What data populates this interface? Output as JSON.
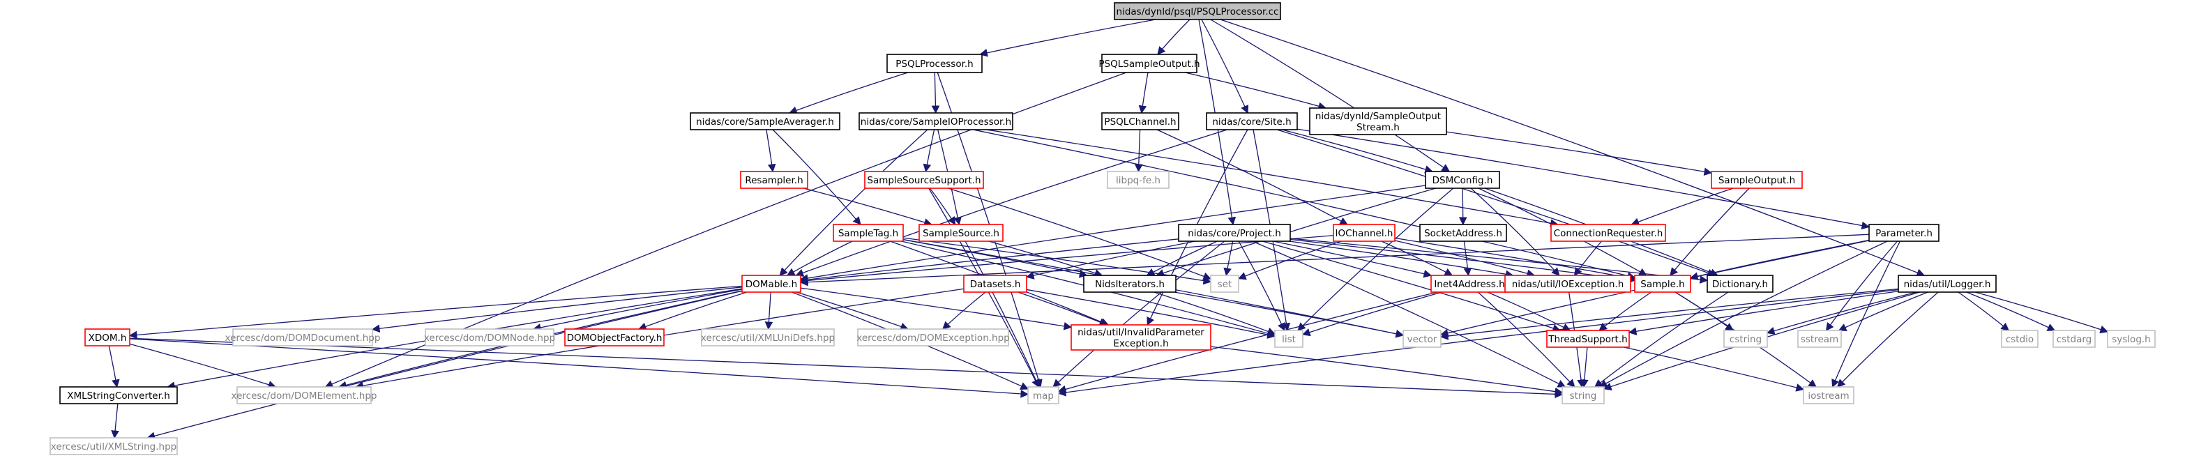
{
  "title": "nidas/dynld/psql/PSQLProcessor.cc",
  "colors": {
    "root_fill": "#bfbfbf",
    "documented_border": "#000000",
    "undocumented_border": "#ff0000",
    "external_border": "#bfbfbf",
    "external_text": "#808080",
    "edge": "#191970",
    "background": "#ffffff"
  },
  "nodes": {
    "root": {
      "lines": [
        "nidas/dynld/psql/PSQLProcessor.cc"
      ],
      "kind": "root"
    },
    "psqlproc": {
      "lines": [
        "PSQLProcessor.h"
      ],
      "kind": "doc"
    },
    "psqlsampout": {
      "lines": [
        "PSQLSampleOutput.h"
      ],
      "kind": "doc"
    },
    "sampavg": {
      "lines": [
        "nidas/core/SampleAverager.h"
      ],
      "kind": "doc"
    },
    "sampio": {
      "lines": [
        "nidas/core/SampleIOProcessor.h"
      ],
      "kind": "doc"
    },
    "psqlchan": {
      "lines": [
        "PSQLChannel.h"
      ],
      "kind": "doc"
    },
    "site": {
      "lines": [
        "nidas/core/Site.h"
      ],
      "kind": "doc"
    },
    "dynsampout": {
      "lines": [
        "nidas/dynld/SampleOutput",
        "Stream.h"
      ],
      "kind": "doc"
    },
    "resampler": {
      "lines": [
        "Resampler.h"
      ],
      "kind": "undoc"
    },
    "sss": {
      "lines": [
        "SampleSourceSupport.h"
      ],
      "kind": "undoc"
    },
    "libpq": {
      "lines": [
        "libpq-fe.h"
      ],
      "kind": "ext"
    },
    "dsmconfig": {
      "lines": [
        "DSMConfig.h"
      ],
      "kind": "doc"
    },
    "sampleoutput": {
      "lines": [
        "SampleOutput.h"
      ],
      "kind": "undoc"
    },
    "sampletag": {
      "lines": [
        "SampleTag.h"
      ],
      "kind": "undoc"
    },
    "samplesource": {
      "lines": [
        "SampleSource.h"
      ],
      "kind": "undoc"
    },
    "project": {
      "lines": [
        "nidas/core/Project.h"
      ],
      "kind": "doc"
    },
    "iochannel": {
      "lines": [
        "IOChannel.h"
      ],
      "kind": "undoc"
    },
    "socketaddr": {
      "lines": [
        "SocketAddress.h"
      ],
      "kind": "doc"
    },
    "connreq": {
      "lines": [
        "ConnectionRequester.h"
      ],
      "kind": "undoc"
    },
    "parameter": {
      "lines": [
        "Parameter.h"
      ],
      "kind": "doc"
    },
    "domable": {
      "lines": [
        "DOMable.h"
      ],
      "kind": "undoc"
    },
    "datasets": {
      "lines": [
        "Datasets.h"
      ],
      "kind": "undoc"
    },
    "niditer": {
      "lines": [
        "NidsIterators.h"
      ],
      "kind": "doc"
    },
    "set": {
      "lines": [
        "set"
      ],
      "kind": "ext"
    },
    "inet4": {
      "lines": [
        "Inet4Address.h"
      ],
      "kind": "undoc"
    },
    "ioexc": {
      "lines": [
        "nidas/util/IOException.h"
      ],
      "kind": "undoc"
    },
    "sample": {
      "lines": [
        "Sample.h"
      ],
      "kind": "undoc"
    },
    "dictionary": {
      "lines": [
        "Dictionary.h"
      ],
      "kind": "doc"
    },
    "logger": {
      "lines": [
        "nidas/util/Logger.h"
      ],
      "kind": "doc"
    },
    "xdom": {
      "lines": [
        "XDOM.h"
      ],
      "kind": "undoc"
    },
    "domdoc": {
      "lines": [
        "xercesc/dom/DOMDocument.hpp"
      ],
      "kind": "ext"
    },
    "domnode": {
      "lines": [
        "xercesc/dom/DOMNode.hpp"
      ],
      "kind": "ext"
    },
    "domobjfact": {
      "lines": [
        "DOMObjectFactory.h"
      ],
      "kind": "undoc"
    },
    "xmlunidefs": {
      "lines": [
        "xercesc/util/XMLUniDefs.hpp"
      ],
      "kind": "ext"
    },
    "domexc": {
      "lines": [
        "xercesc/dom/DOMException.hpp"
      ],
      "kind": "ext"
    },
    "invparam": {
      "lines": [
        "nidas/util/InvalidParameter",
        "Exception.h"
      ],
      "kind": "undoc"
    },
    "list": {
      "lines": [
        "list"
      ],
      "kind": "ext"
    },
    "vector": {
      "lines": [
        "vector"
      ],
      "kind": "ext"
    },
    "threadsupp": {
      "lines": [
        "ThreadSupport.h"
      ],
      "kind": "undoc"
    },
    "cstring": {
      "lines": [
        "cstring"
      ],
      "kind": "ext"
    },
    "sstream": {
      "lines": [
        "sstream"
      ],
      "kind": "ext"
    },
    "cstdio": {
      "lines": [
        "cstdio"
      ],
      "kind": "ext"
    },
    "cstdarg": {
      "lines": [
        "cstdarg"
      ],
      "kind": "ext"
    },
    "syslog": {
      "lines": [
        "syslog.h"
      ],
      "kind": "ext"
    },
    "xmlstrconv": {
      "lines": [
        "XMLStringConverter.h"
      ],
      "kind": "doc"
    },
    "domelem": {
      "lines": [
        "xercesc/dom/DOMElement.hpp"
      ],
      "kind": "ext"
    },
    "map": {
      "lines": [
        "map"
      ],
      "kind": "ext"
    },
    "string": {
      "lines": [
        "string"
      ],
      "kind": "ext"
    },
    "iostream": {
      "lines": [
        "iostream"
      ],
      "kind": "ext"
    },
    "xmlstring": {
      "lines": [
        "xercesc/util/XMLString.hpp"
      ],
      "kind": "ext"
    }
  },
  "edges": [
    [
      "root",
      "psqlproc"
    ],
    [
      "root",
      "psqlsampout"
    ],
    [
      "root",
      "site"
    ],
    [
      "root",
      "project"
    ],
    [
      "root",
      "dsmconfig"
    ],
    [
      "root",
      "logger"
    ],
    [
      "psqlproc",
      "sampavg"
    ],
    [
      "psqlproc",
      "sampio"
    ],
    [
      "psqlproc",
      "map"
    ],
    [
      "psqlsampout",
      "psqlchan"
    ],
    [
      "psqlsampout",
      "dynsampout"
    ],
    [
      "psqlsampout",
      "domelem"
    ],
    [
      "sampavg",
      "resampler"
    ],
    [
      "sampavg",
      "sampletag"
    ],
    [
      "sampio",
      "sss"
    ],
    [
      "sampio",
      "samplesource"
    ],
    [
      "sampio",
      "domable"
    ],
    [
      "sampio",
      "connreq"
    ],
    [
      "sampio",
      "sample"
    ],
    [
      "psqlchan",
      "libpq"
    ],
    [
      "psqlchan",
      "iochannel"
    ],
    [
      "site",
      "dsmconfig"
    ],
    [
      "site",
      "domable"
    ],
    [
      "site",
      "parameter"
    ],
    [
      "site",
      "list"
    ],
    [
      "site",
      "invparam"
    ],
    [
      "site",
      "dictionary"
    ],
    [
      "dynsampout",
      "sampleoutput"
    ],
    [
      "resampler",
      "samplesource"
    ],
    [
      "sss",
      "samplesource"
    ],
    [
      "sss",
      "set"
    ],
    [
      "sss",
      "map"
    ],
    [
      "dsmconfig",
      "domable"
    ],
    [
      "dsmconfig",
      "socketaddr"
    ],
    [
      "dsmconfig",
      "sample"
    ],
    [
      "dsmconfig",
      "niditer"
    ],
    [
      "dsmconfig",
      "ioexc"
    ],
    [
      "dsmconfig",
      "list"
    ],
    [
      "dsmconfig",
      "dictionary"
    ],
    [
      "sampleoutput",
      "connreq"
    ],
    [
      "sampleoutput",
      "sample"
    ],
    [
      "sampletag",
      "domable"
    ],
    [
      "sampletag",
      "niditer"
    ],
    [
      "sampletag",
      "set"
    ],
    [
      "sampletag",
      "list"
    ],
    [
      "sampletag",
      "invparam"
    ],
    [
      "sampletag",
      "vector"
    ],
    [
      "samplesource",
      "niditer"
    ],
    [
      "samplesource",
      "map"
    ],
    [
      "project",
      "domable"
    ],
    [
      "project",
      "datasets"
    ],
    [
      "project",
      "niditer"
    ],
    [
      "project",
      "set"
    ],
    [
      "project",
      "list"
    ],
    [
      "project",
      "inet4"
    ],
    [
      "project",
      "ioexc"
    ],
    [
      "project",
      "sample"
    ],
    [
      "project",
      "threadsupp"
    ],
    [
      "project",
      "dictionary"
    ],
    [
      "project",
      "map"
    ],
    [
      "project",
      "string"
    ],
    [
      "iochannel",
      "domable"
    ],
    [
      "iochannel",
      "inet4"
    ],
    [
      "iochannel",
      "ioexc"
    ],
    [
      "iochannel",
      "set"
    ],
    [
      "iochannel",
      "sample"
    ],
    [
      "socketaddr",
      "inet4"
    ],
    [
      "connreq",
      "ioexc"
    ],
    [
      "parameter",
      "domable"
    ],
    [
      "parameter",
      "sample"
    ],
    [
      "parameter",
      "vector"
    ],
    [
      "parameter",
      "string"
    ],
    [
      "parameter",
      "sstream"
    ],
    [
      "parameter",
      "iostream"
    ],
    [
      "domable",
      "xdom"
    ],
    [
      "domable",
      "domdoc"
    ],
    [
      "domable",
      "domnode"
    ],
    [
      "domable",
      "domobjfact"
    ],
    [
      "domable",
      "xmlunidefs"
    ],
    [
      "domable",
      "domexc"
    ],
    [
      "domable",
      "invparam"
    ],
    [
      "domable",
      "xmlstrconv"
    ],
    [
      "domable",
      "domelem"
    ],
    [
      "domable",
      "map"
    ],
    [
      "domable",
      "xmlstring"
    ],
    [
      "datasets",
      "domexc"
    ],
    [
      "datasets",
      "invparam"
    ],
    [
      "datasets",
      "list"
    ],
    [
      "datasets",
      "domelem"
    ],
    [
      "niditer",
      "list"
    ],
    [
      "niditer",
      "vector"
    ],
    [
      "inet4",
      "list"
    ],
    [
      "inet4",
      "map"
    ],
    [
      "inet4",
      "string"
    ],
    [
      "inet4",
      "threadsupp"
    ],
    [
      "ioexc",
      "string"
    ],
    [
      "sample",
      "threadsupp"
    ],
    [
      "sample",
      "cstring"
    ],
    [
      "sample",
      "iostream"
    ],
    [
      "dictionary",
      "string"
    ],
    [
      "logger",
      "threadsupp"
    ],
    [
      "logger",
      "vector"
    ],
    [
      "logger",
      "string"
    ],
    [
      "logger",
      "sstream"
    ],
    [
      "logger",
      "cstring"
    ],
    [
      "logger",
      "cstdio"
    ],
    [
      "logger",
      "cstdarg"
    ],
    [
      "logger",
      "syslog"
    ],
    [
      "logger",
      "iostream"
    ],
    [
      "logger",
      "map"
    ],
    [
      "xdom",
      "xmlstrconv"
    ],
    [
      "xdom",
      "domelem"
    ],
    [
      "xdom",
      "map"
    ],
    [
      "xdom",
      "string"
    ],
    [
      "xmlstrconv",
      "xmlstring"
    ],
    [
      "invparam",
      "string"
    ],
    [
      "threadsupp",
      "string"
    ],
    [
      "threadsupp",
      "iostream"
    ]
  ]
}
